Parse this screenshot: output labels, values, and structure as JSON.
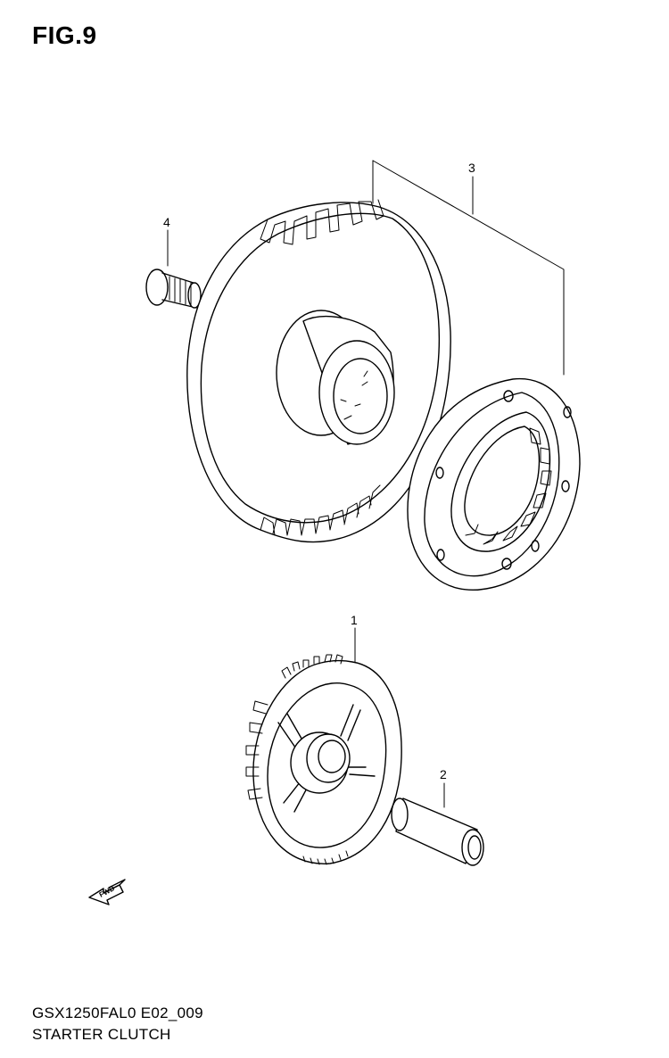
{
  "figure": {
    "title": "FIG.9",
    "code": "GSX1250FAL0 E02_009",
    "name": "STARTER CLUTCH"
  },
  "callouts": {
    "part1": "1",
    "part2": "2",
    "part3": "3",
    "part4": "4"
  },
  "fwd_arrow": {
    "label": "FWD"
  }
}
